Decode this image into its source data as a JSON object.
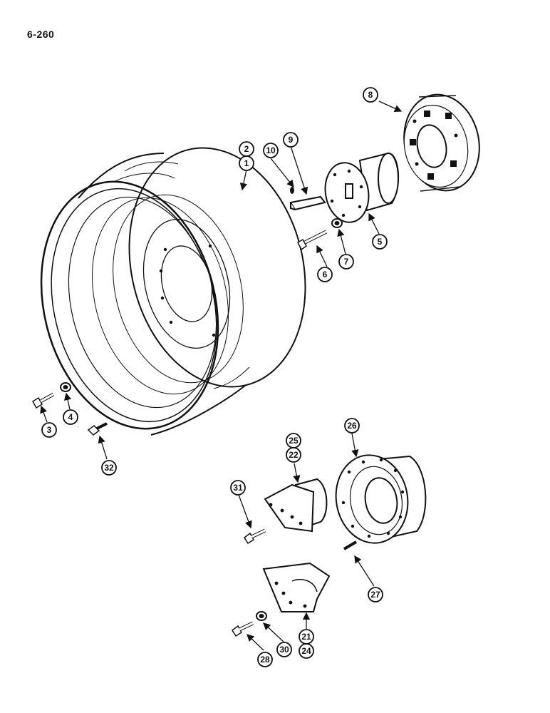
{
  "page": {
    "number": "6-260"
  },
  "callouts": [
    {
      "id": "c1",
      "label": "1"
    },
    {
      "id": "c2",
      "label": "2"
    },
    {
      "id": "c3",
      "label": "3"
    },
    {
      "id": "c4",
      "label": "4"
    },
    {
      "id": "c5",
      "label": "5"
    },
    {
      "id": "c6",
      "label": "6"
    },
    {
      "id": "c7",
      "label": "7"
    },
    {
      "id": "c8",
      "label": "8"
    },
    {
      "id": "c9",
      "label": "9"
    },
    {
      "id": "c10",
      "label": "10"
    },
    {
      "id": "c21",
      "label": "21"
    },
    {
      "id": "c22",
      "label": "22"
    },
    {
      "id": "c24",
      "label": "24"
    },
    {
      "id": "c25",
      "label": "25"
    },
    {
      "id": "c26",
      "label": "26"
    },
    {
      "id": "c27",
      "label": "27"
    },
    {
      "id": "c28",
      "label": "28"
    },
    {
      "id": "c30",
      "label": "30"
    },
    {
      "id": "c31",
      "label": "31"
    },
    {
      "id": "c32",
      "label": "32"
    }
  ]
}
